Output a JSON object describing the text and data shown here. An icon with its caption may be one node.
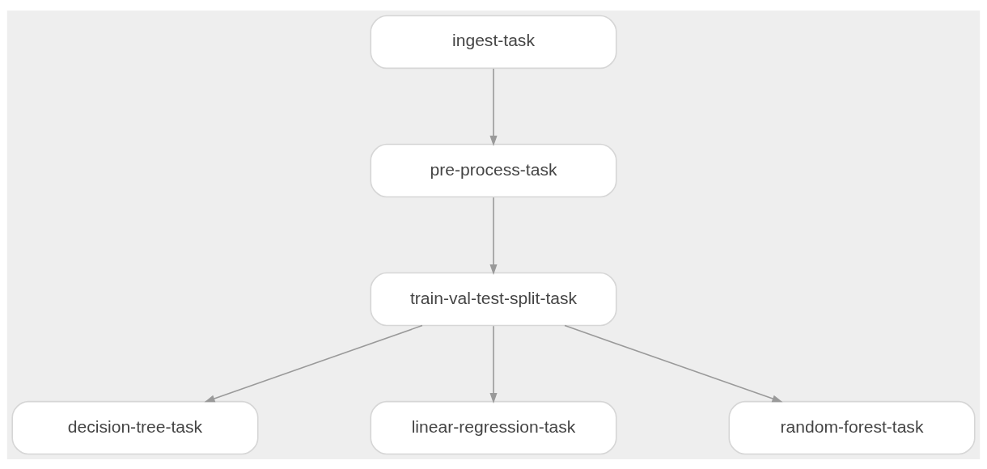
{
  "diagram": {
    "nodes": [
      {
        "text": [
          "ingest-task"
        ]
      },
      {
        "text": [
          "pre-process-task"
        ]
      },
      {
        "text": [
          "train-val-test-split-task"
        ]
      },
      {
        "text": [
          "decision-tree-task"
        ]
      },
      {
        "text": [
          "linear-regression-task"
        ]
      },
      {
        "text": [
          "random-forest-task"
        ]
      }
    ],
    "edges": [
      {
        "from": 0,
        "to": 1,
        "arrow": "to"
      },
      {
        "from": 1,
        "to": 2,
        "arrow": "to"
      },
      {
        "from": 2,
        "to": 3,
        "arrow": "to"
      },
      {
        "from": 2,
        "to": 4,
        "arrow": "to"
      },
      {
        "from": 2,
        "to": 5,
        "arrow": "to"
      }
    ]
  }
}
